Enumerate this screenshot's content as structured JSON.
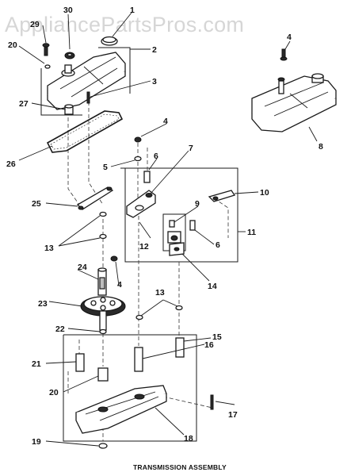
{
  "watermark": "AppliancePartsPros.com",
  "caption": "TRANSMISSION ASSEMBLY",
  "callouts": {
    "c1": "1",
    "c2": "2",
    "c3": "3",
    "c4a": "4",
    "c4b": "4",
    "c4c": "4",
    "c5": "5",
    "c6a": "6",
    "c6b": "6",
    "c7": "7",
    "c8": "8",
    "c9": "9",
    "c10": "10",
    "c11": "11",
    "c12": "12",
    "c13a": "13",
    "c13b": "13",
    "c14": "14",
    "c15": "15",
    "c16": "16",
    "c17": "17",
    "c18": "18",
    "c19": "19",
    "c20a": "20",
    "c20b": "20",
    "c21": "21",
    "c22": "22",
    "c23": "23",
    "c24": "24",
    "c25": "25",
    "c26": "26",
    "c27": "27",
    "c29": "29",
    "c30": "30"
  }
}
